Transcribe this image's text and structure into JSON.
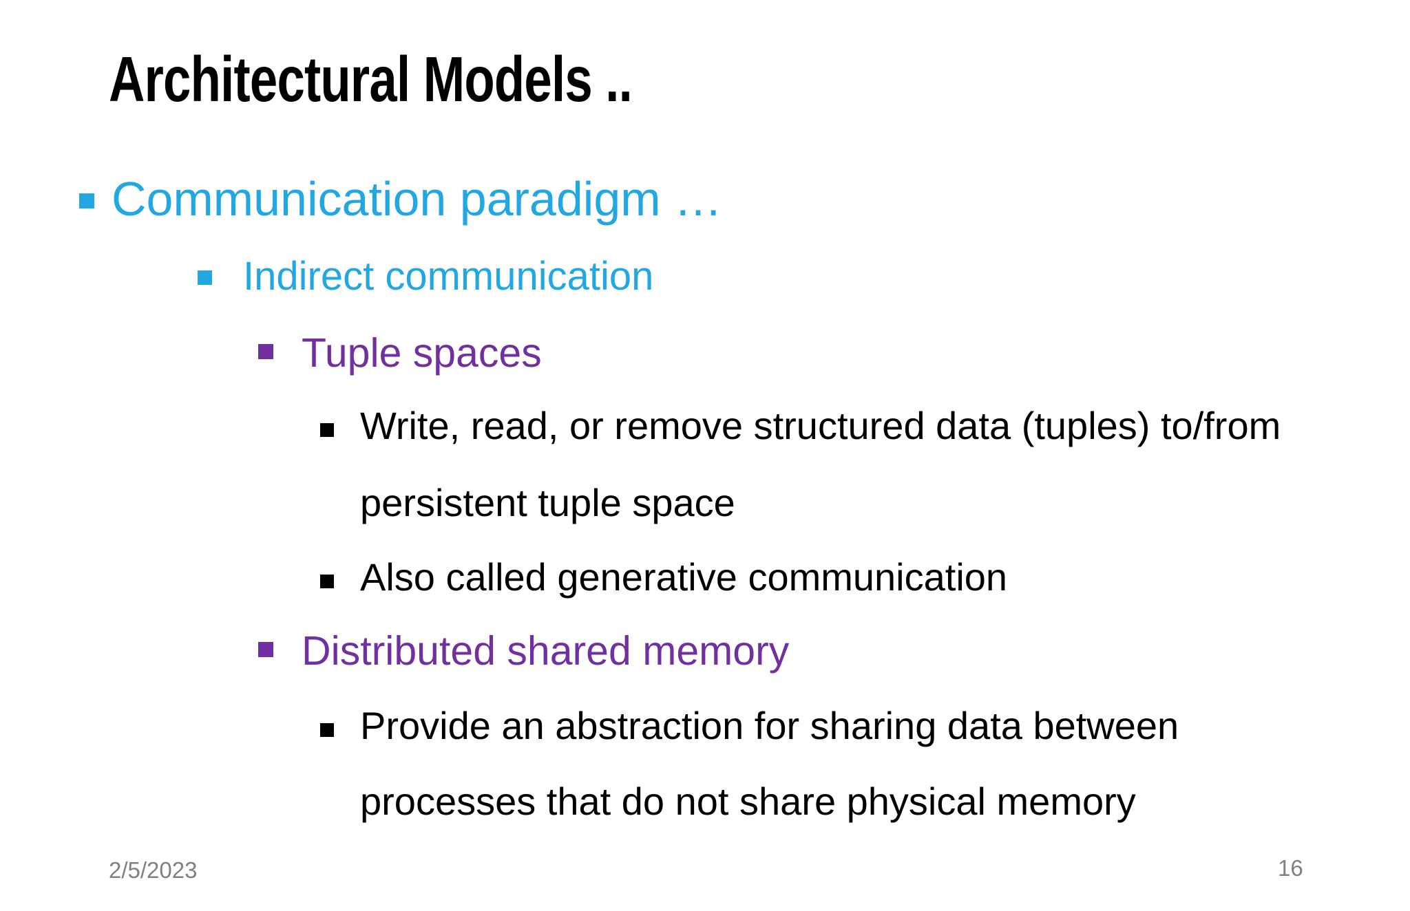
{
  "slide": {
    "title": "Architectural Models ..",
    "colors": {
      "cyan": "#23A7E2",
      "purple": "#7030A0",
      "text": "#000000",
      "footer_gray": "#808080",
      "background": "#FFFFFF"
    },
    "bullets": [
      {
        "level": 1,
        "color": "cyan",
        "lines": [
          "Communication paradigm …"
        ]
      },
      {
        "level": 2,
        "color": "cyan",
        "lines": [
          "Indirect communication"
        ]
      },
      {
        "level": 3,
        "color": "purple",
        "lines": [
          "Tuple spaces"
        ]
      },
      {
        "level": 4,
        "color": "black",
        "lines": [
          "Write, read, or remove structured data (tuples) to/from",
          "persistent tuple space"
        ]
      },
      {
        "level": 4,
        "color": "black",
        "lines": [
          "Also called generative communication"
        ]
      },
      {
        "level": 3,
        "color": "purple",
        "lines": [
          "Distributed shared memory"
        ]
      },
      {
        "level": 4,
        "color": "black",
        "lines": [
          "Provide an abstraction for sharing data between",
          "processes that do not share physical memory"
        ]
      }
    ],
    "footer": {
      "date": "2/5/2023",
      "page": "16"
    }
  }
}
